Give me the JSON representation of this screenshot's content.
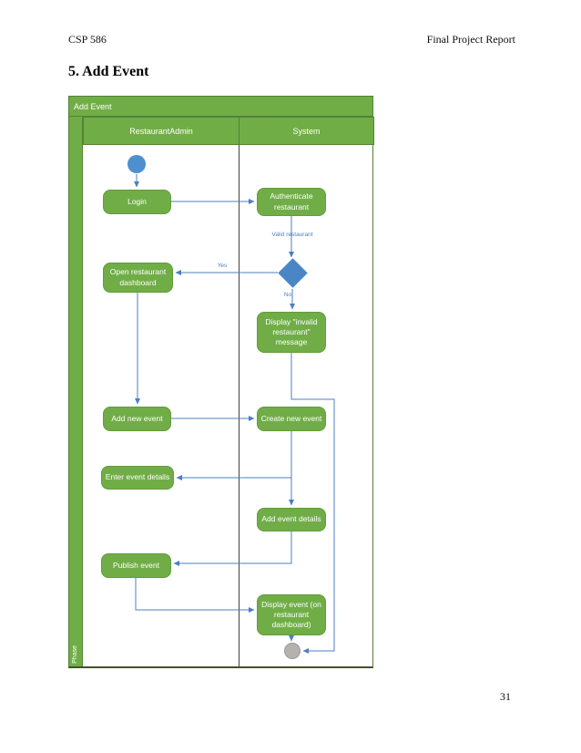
{
  "page": {
    "header_left": "CSP 586",
    "header_right": "Final Project Report",
    "section_title": "5. Add Event",
    "page_number": "31"
  },
  "diagram": {
    "title": "Add Event",
    "phase_label": "Phase",
    "lanes": [
      {
        "label": "RestaurantAdmin"
      },
      {
        "label": "System"
      }
    ],
    "nodes": {
      "start": "start-node",
      "login": "Login",
      "authenticate": "Authenticate restaurant",
      "open_dashboard": "Open restaurant dashboard",
      "display_invalid": "Display \"invalid restaurant\" message",
      "add_new_event": "Add new event",
      "create_new_event": "Create new event",
      "enter_event_details": "Enter event details",
      "add_event_details": "Add event details",
      "publish_event": "Publish event",
      "display_event": "Display event (on restaurant dashboard)",
      "end": "end-node"
    },
    "edge_labels": {
      "valid": "Valid restaurant",
      "yes": "Yes",
      "no": "No"
    },
    "colors": {
      "green_fill": "#70AD47",
      "green_border": "#538135",
      "edge_blue": "#4d7fc0",
      "start_blue": "#4e8fd0",
      "decision_blue": "#4a86c5",
      "end_gray": "#b5b2ad"
    }
  }
}
